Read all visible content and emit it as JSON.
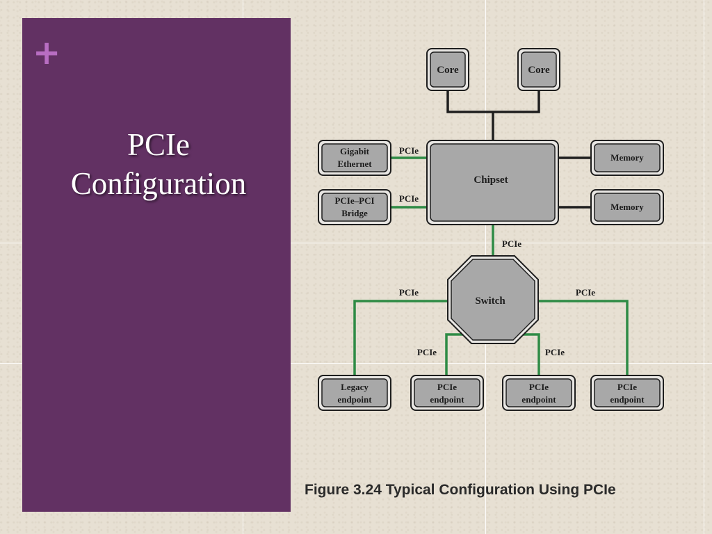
{
  "slide": {
    "title_line1": "PCIe",
    "title_line2": "Configuration",
    "plus_icon": "plus-icon"
  },
  "colors": {
    "panel": "#623163",
    "plus": "#b86ec2",
    "pcie_link": "#2e8b45",
    "box_fill": "#a8a8a8",
    "box_border": "#1e1e1e"
  },
  "diagram": {
    "core_left": "Core",
    "core_right": "Core",
    "chipset": "Chipset",
    "gigabit_line1": "Gigabit",
    "gigabit_line2": "Ethernet",
    "bridge_line1": "PCIe–PCI",
    "bridge_line2": "Bridge",
    "memory_top": "Memory",
    "memory_bottom": "Memory",
    "switch": "Switch",
    "legacy_line1": "Legacy",
    "legacy_line2": "endpoint",
    "endpoint1_line1": "PCIe",
    "endpoint1_line2": "endpoint",
    "endpoint2_line1": "PCIe",
    "endpoint2_line2": "endpoint",
    "endpoint3_line1": "PCIe",
    "endpoint3_line2": "endpoint",
    "link_label": "PCIe"
  },
  "caption": "Figure 3.24 Typical Configuration Using PCIe"
}
